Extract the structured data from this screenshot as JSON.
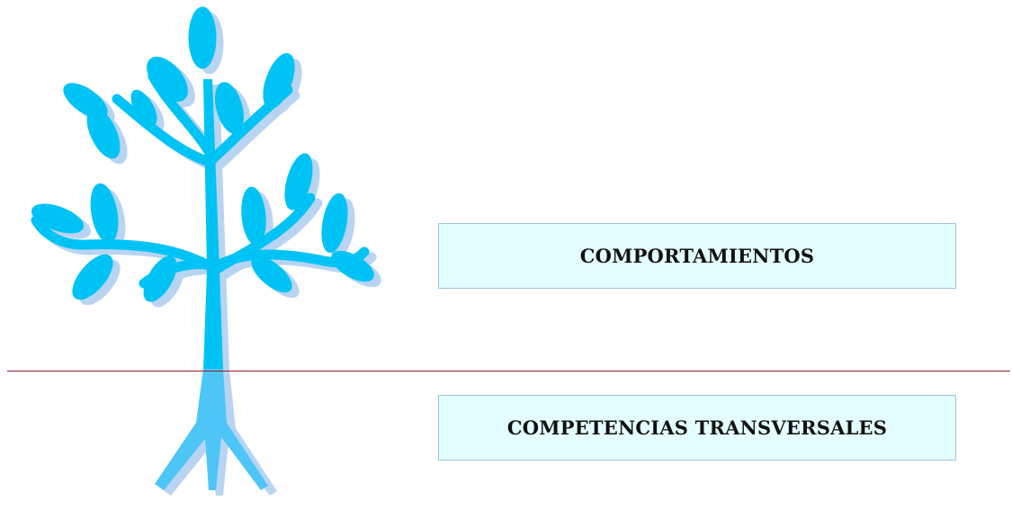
{
  "boxes": {
    "upper_label": "COMPORTAMIENTOS",
    "lower_label": "COMPETENCIAS TRANSVERSALES"
  },
  "colors": {
    "tree_front": "#00c3f5",
    "tree_shadow": "#b9d4f2",
    "roots": "#4dc6f7",
    "divider": "#8f1b2a",
    "box_fill": "#e4feff",
    "box_border": "#9fc6d6"
  },
  "icons": {
    "tree": "tree-with-roots-illustration"
  }
}
